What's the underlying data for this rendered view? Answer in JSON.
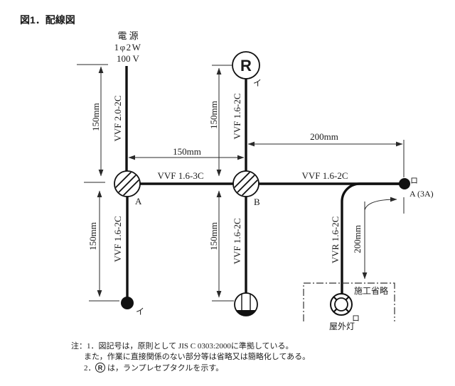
{
  "title": "図1．配線図",
  "power": {
    "name": "電 源",
    "phase": "1φ2W",
    "voltage": "100 V"
  },
  "cables": {
    "feed": "VVF 2.0-2C",
    "switch_leg": "VVF 1.6-2C",
    "lamp_leg": "VVF 1.6-2C",
    "outlet_leg": "VVF 1.6-2C",
    "junction_ab": "VVF 1.6-3C",
    "b_to_point": "VVF 1.6-2C",
    "outdoor_leg": "VVR 1.6-2C"
  },
  "dimensions": {
    "feed_to_a": "150mm",
    "a_to_switch": "150mm",
    "lamp_to_b": "150mm",
    "b_to_outlet": "150mm",
    "a_to_b": "150mm",
    "b_to_point": "200mm",
    "point_to_box": "200mm"
  },
  "labels": {
    "junction_a": "A",
    "junction_b": "B",
    "lamp_receptacle": "R",
    "circuit_i_lamp": "イ",
    "circuit_i_switch": "イ",
    "circuit_ro_point": "ロ",
    "point_rating": "A (3A)",
    "circuit_ro_outdoor": "ロ",
    "outdoor_light": "屋外灯",
    "construction_omitted": "施工省略"
  },
  "notes": {
    "line1": "注：1．図記号は，原則として JIS C 0303:2000に準拠している。",
    "line2": "また，作業に直接関係のない部分等は省略又は簡略化してある。",
    "line3_prefix": "2．",
    "line3_symbol": "R",
    "line3_text": "は，ランプレセプタクルを示す。"
  }
}
